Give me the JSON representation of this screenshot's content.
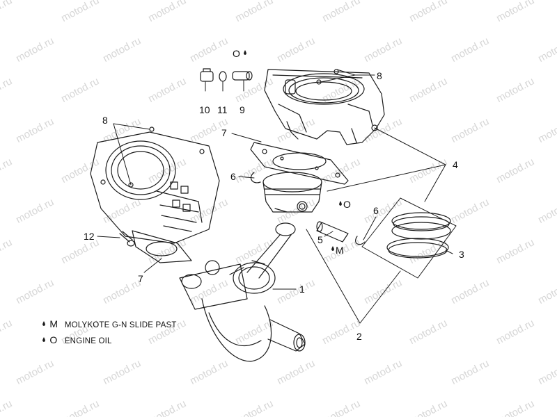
{
  "watermark": "motod.ru",
  "callouts": {
    "c1": "1",
    "c2": "2",
    "c3": "3",
    "c4": "4",
    "c5": "5",
    "c6a": "6",
    "c6b": "6",
    "c7a": "7",
    "c7b": "7",
    "c8a": "8",
    "c8b": "8",
    "c9": "9",
    "c10": "10",
    "c11": "11",
    "c12": "12"
  },
  "lube_marks": {
    "top_oil": "O",
    "piston_oil": "O",
    "pin_molykote": "M"
  },
  "legend": {
    "items": [
      {
        "code": "M",
        "text": "MOLYKOTE G-N SLIDE PAST"
      },
      {
        "code": "O",
        "text": "ENGINE OIL"
      }
    ]
  },
  "colors": {
    "line": "#1a1a1a",
    "watermark": "#d6d6d6",
    "background": "#ffffff"
  }
}
